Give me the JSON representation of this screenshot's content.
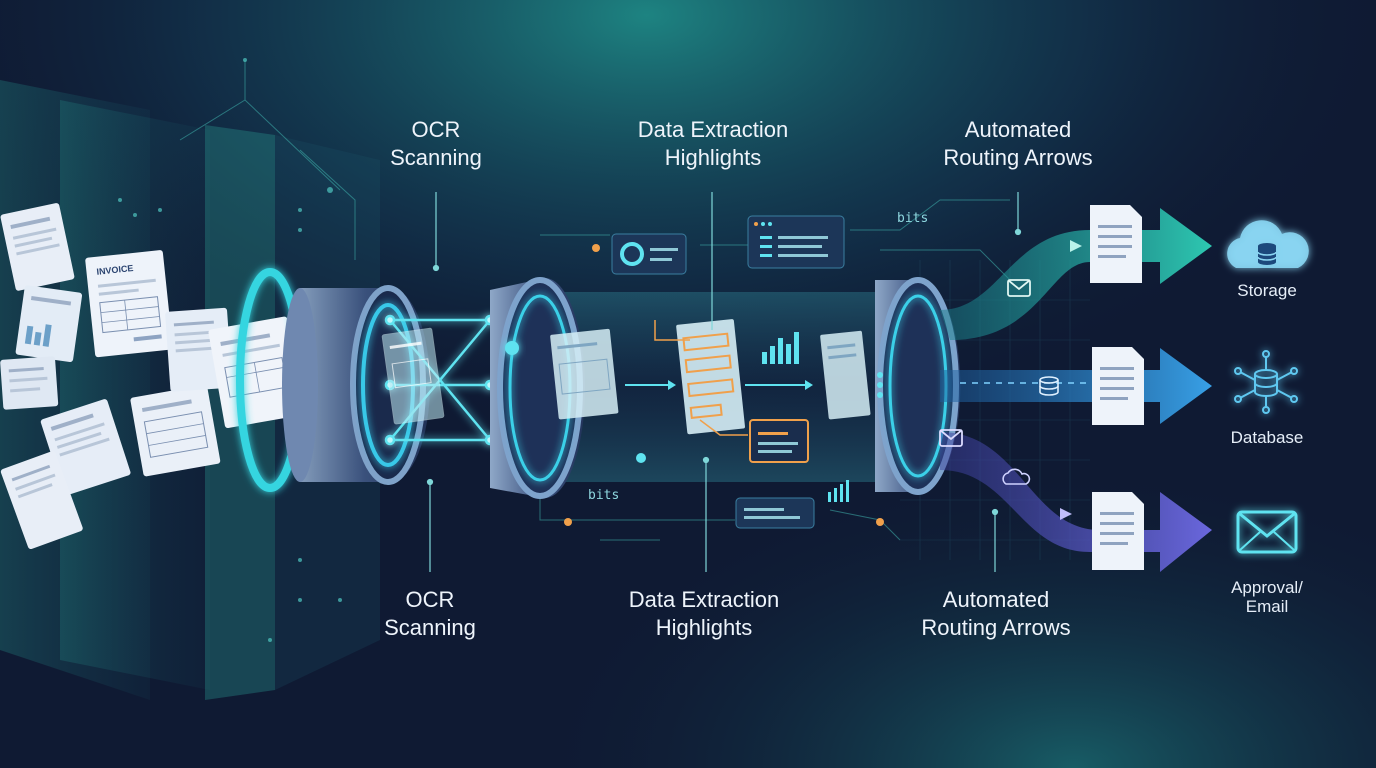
{
  "labels": {
    "ocr_top": [
      "OCR",
      "Scanning"
    ],
    "extraction_top": [
      "Data Extraction",
      "Highlights"
    ],
    "routing_top": [
      "Automated",
      "Routing Arrows"
    ],
    "ocr_bottom": [
      "OCR",
      "Scanning"
    ],
    "extraction_bottom": [
      "Data Extraction",
      "Highlights"
    ],
    "routing_bottom": [
      "Automated",
      "Routing Arrows"
    ]
  },
  "invoice_tag": "INVOICE",
  "bits_label": "bits",
  "destinations": {
    "storage": "Storage",
    "database": "Database",
    "approval": [
      "Approval/",
      "Email"
    ]
  },
  "colors": {
    "background": "#0f1a33",
    "teal_glow": "#1f8f8a",
    "cyan": "#5fe3f0",
    "orange_highlight": "#f0a04b",
    "route_top": "#1fb5a8",
    "route_mid": "#2f8de0",
    "route_bottom": "#5d58d6"
  },
  "icons": [
    "document-icon",
    "cloud-database-icon",
    "database-network-icon",
    "envelope-icon",
    "bar-chart-icon",
    "donut-chart-icon"
  ]
}
